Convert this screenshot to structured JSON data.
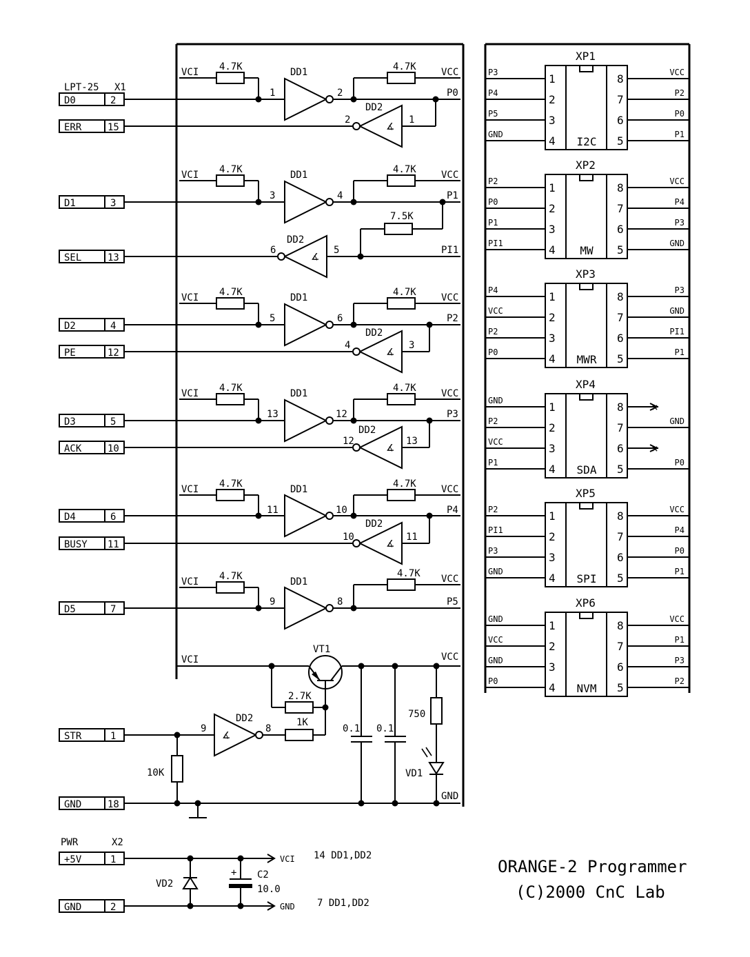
{
  "lpt": {
    "header": "LPT-25",
    "designator": "X1"
  },
  "lpt_pins": [
    {
      "name": "D0",
      "num": "2"
    },
    {
      "name": "ERR",
      "num": "15"
    },
    {
      "name": "D1",
      "num": "3"
    },
    {
      "name": "SEL",
      "num": "13"
    },
    {
      "name": "D2",
      "num": "4"
    },
    {
      "name": "PE",
      "num": "12"
    },
    {
      "name": "D3",
      "num": "5"
    },
    {
      "name": "ACK",
      "num": "10"
    },
    {
      "name": "D4",
      "num": "6"
    },
    {
      "name": "BUSY",
      "num": "11"
    },
    {
      "name": "D5",
      "num": "7"
    },
    {
      "name": "STR",
      "num": "1"
    },
    {
      "name": "GND",
      "num": "18"
    }
  ],
  "nets": {
    "vci": "VCI",
    "vcc": "VCC",
    "gnd": "GND",
    "p0": "P0",
    "p1": "P1",
    "p2": "P2",
    "p3": "P3",
    "p4": "P4",
    "p5": "P5",
    "pi1": "PI1"
  },
  "parts": {
    "dd1": "DD1",
    "dd2": "DD2",
    "r47k": "4.7K",
    "r75k": "7.5K",
    "r27k": "2.7K",
    "r1k": "1K",
    "r10k": "10K",
    "r750": "750",
    "c01": "0.1",
    "vt1": "VT1",
    "vd1": "VD1",
    "vd2": "VD2",
    "c2": "C2",
    "c2val": "10.0",
    "schmitt": "∡"
  },
  "gate_pins": {
    "g0": {
      "in": "1",
      "out": "2",
      "sin": "1",
      "sout": "2"
    },
    "g1": {
      "in": "3",
      "out": "4",
      "sin": "5",
      "sout": "6"
    },
    "g2": {
      "in": "5",
      "out": "6",
      "sin": "3",
      "sout": "4"
    },
    "g3": {
      "in": "13",
      "out": "12",
      "sin": "13",
      "sout": "12"
    },
    "g4": {
      "in": "11",
      "out": "10",
      "sin": "11",
      "sout": "10"
    },
    "g5": {
      "in": "9",
      "out": "8"
    },
    "str": {
      "in": "9",
      "out": "8"
    }
  },
  "power": {
    "pwr": "PWR",
    "designator": "X2",
    "pin1_name": "+5V",
    "pin1_num": "1",
    "pin2_name": "GND",
    "pin2_num": "2",
    "vci_note": "14 DD1,DD2",
    "gnd_note": "7 DD1,DD2"
  },
  "sockets": [
    {
      "title": "XP1",
      "label": "I2C",
      "left": [
        "P3",
        "P4",
        "P5",
        "GND"
      ],
      "right": [
        "VCC",
        "P2",
        "P0",
        "P1"
      ]
    },
    {
      "title": "XP2",
      "label": "MW",
      "left": [
        "P2",
        "P0",
        "P1",
        "PI1"
      ],
      "right": [
        "VCC",
        "P4",
        "P3",
        "GND"
      ]
    },
    {
      "title": "XP3",
      "label": "MWR",
      "left": [
        "P4",
        "VCC",
        "P2",
        "P0"
      ],
      "right": [
        "P3",
        "GND",
        "PI1",
        "P1"
      ]
    },
    {
      "title": "XP4",
      "label": "SDA",
      "left": [
        "GND",
        "P2",
        "VCC",
        "P1"
      ],
      "right": [
        "×",
        "GND",
        "×",
        "P0"
      ]
    },
    {
      "title": "XP5",
      "label": "SPI",
      "left": [
        "P2",
        "PI1",
        "P3",
        "GND"
      ],
      "right": [
        "VCC",
        "P4",
        "P0",
        "P1"
      ]
    },
    {
      "title": "XP6",
      "label": "NVM",
      "left": [
        "GND",
        "VCC",
        "GND",
        "P0"
      ],
      "right": [
        "VCC",
        "P1",
        "P3",
        "P2"
      ]
    }
  ],
  "socket_pin_numbers": {
    "left": [
      "1",
      "2",
      "3",
      "4"
    ],
    "right": [
      "8",
      "7",
      "6",
      "5"
    ]
  },
  "title": {
    "line1": "ORANGE-2 Programmer",
    "line2": "(C)2000 CnC Lab"
  }
}
